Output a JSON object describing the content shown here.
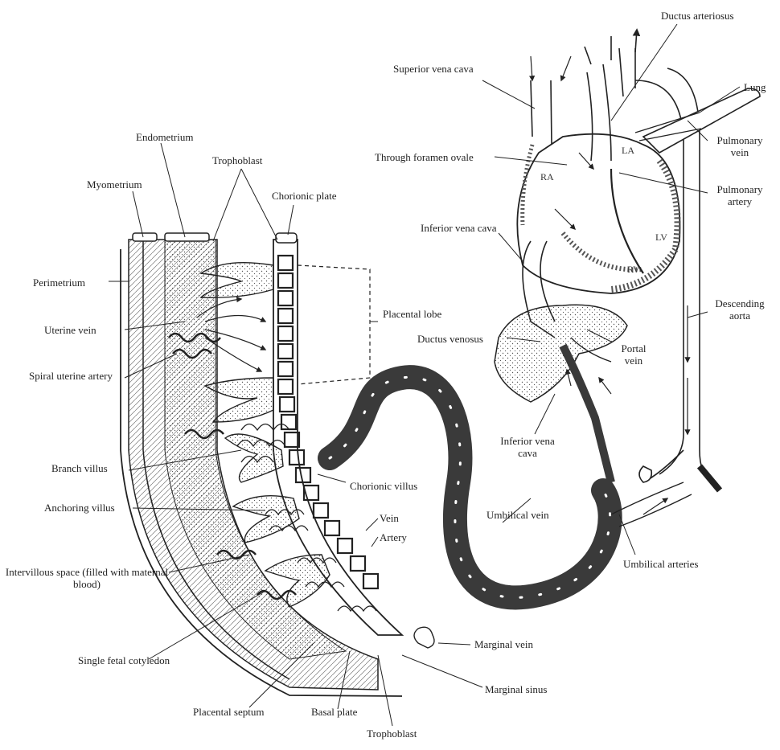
{
  "colors": {
    "ink": "#222222",
    "vessel_dark": "#3a3a3a",
    "stipple": "#555555",
    "paper": "#ffffff"
  },
  "labels": {
    "ductus_arteriosus": "Ductus arteriosus",
    "superior_vena_cava": "Superior vena cava",
    "lung": "Lung",
    "pulmonary_vein": "Pulmonary vein",
    "pulmonary_artery": "Pulmonary artery",
    "through_foramen_ovale": "Through foramen ovale",
    "inferior_vena_cava_top": "Inferior vena cava",
    "descending_aorta": "Descending aorta",
    "ductus_venosus": "Ductus venosus",
    "portal_vein": "Portal vein",
    "inferior_vena_cava_liver": "Inferior vena cava",
    "umbilical_vein": "Umbilical vein",
    "umbilical_arteries": "Umbilical arteries",
    "endometrium": "Endometrium",
    "trophoblast_top": "Trophoblast",
    "myometrium": "Myometrium",
    "chorionic_plate": "Chorionic plate",
    "perimetrium": "Perimetrium",
    "placental_lobe": "Placental lobe",
    "uterine_vein": "Uterine vein",
    "spiral_uterine_artery": "Spiral uterine artery",
    "branch_villus": "Branch villus",
    "chorionic_villus": "Chorionic villus",
    "anchoring_villus": "Anchoring villus",
    "vein": "Vein",
    "artery": "Artery",
    "intervillous_space": "Intervillous space (filled with maternal blood)",
    "single_fetal_cotyledon": "Single fetal cotyledon",
    "marginal_vein": "Marginal vein",
    "marginal_sinus": "Marginal sinus",
    "placental_septum": "Placental septum",
    "basal_plate": "Basal plate",
    "trophoblast_bottom": "Trophoblast"
  },
  "chambers": {
    "ra": "RA",
    "la": "LA",
    "lv": "LV",
    "rv": "RV"
  }
}
